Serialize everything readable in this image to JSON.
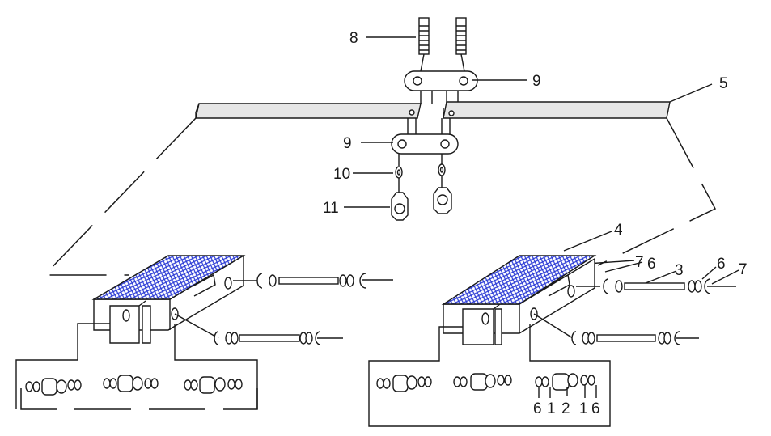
{
  "labels": {
    "l8": "8",
    "l9a": "9",
    "l5": "5",
    "l9b": "9",
    "l10": "10",
    "l11": "11",
    "l4": "4",
    "l7a": "7",
    "l6a": "6",
    "l3": "3",
    "l6b": "6",
    "l7b": "7",
    "b6a": "6",
    "b1a": "1",
    "b2": "2",
    "b1b": "1",
    "b6b": "6"
  },
  "colors": {
    "pedal_pad": "#2b3bd6",
    "line": "#1a1a1a"
  }
}
